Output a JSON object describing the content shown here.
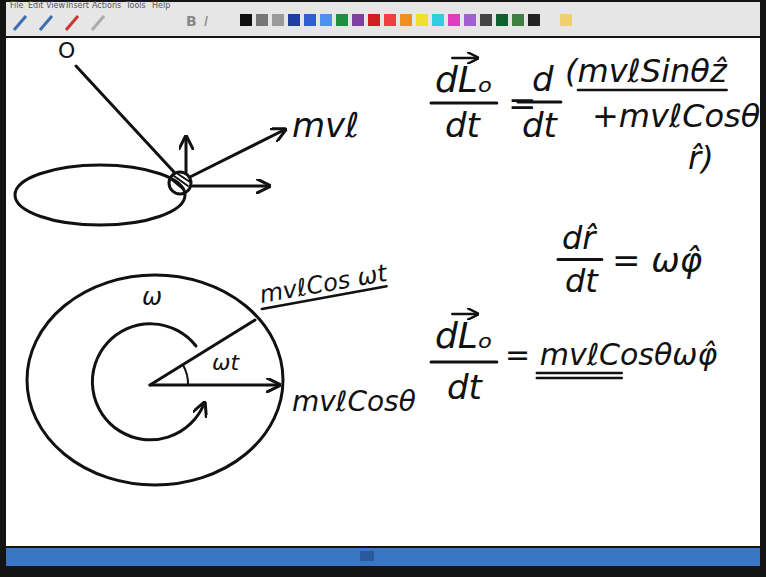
{
  "diagram": {
    "labels": [
      "File",
      "Edit",
      "View",
      "Insert",
      "Actions",
      "Tools",
      "Help",
      "B",
      "I",
      "O",
      "mvℓ",
      "dLₒ",
      "dt",
      "=",
      "d",
      "dt",
      "(mvℓSinθẑ",
      "+mvℓCosθ",
      "r̂)",
      "dr̂",
      "dt",
      "= ωφ̂",
      "dLₒ",
      "dt",
      "= mvℓCosθωφ̂",
      "ω",
      "ωt",
      "mvℓCos ωt",
      "mvℓCosθ"
    ]
  }
}
